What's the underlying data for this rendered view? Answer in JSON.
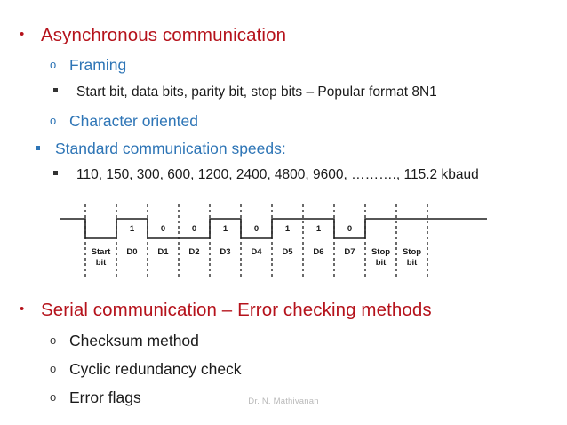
{
  "slide": {
    "background_color": "#FFFFFF",
    "accent_red": "#B5121B",
    "accent_blue": "#2E75B6",
    "body_black": "#1A1A1A"
  },
  "bullets": {
    "b1": {
      "marker": "•",
      "text": "Asynchronous communication"
    },
    "b2": {
      "marker": "o",
      "text": "Framing"
    },
    "b3": {
      "marker": "■",
      "text": "Start bit, data bits, parity bit, stop bits – Popular format 8N1"
    },
    "b4": {
      "marker": "o",
      "text": "Character oriented"
    },
    "b5": {
      "marker": "■",
      "text": "Standard communication speeds:"
    },
    "b6": {
      "marker": "■",
      "text": "110, 150, 300, 600, 1200, 2400, 4800, 9600, ………., 115.2 kbaud"
    },
    "b7": {
      "marker": "•",
      "text": "Serial communication – Error checking methods"
    },
    "b8": {
      "marker": "o",
      "text": "Checksum method"
    },
    "b9": {
      "marker": "o",
      "text": "Cyclic redundancy check"
    },
    "b10": {
      "marker": "o",
      "text": "Error flags"
    }
  },
  "waveform": {
    "title": "UART asynchronous frame 8N1",
    "frame_format": "8N1",
    "idle_level": "high",
    "cells": [
      {
        "label": "Start\nbit",
        "label_line1": "Start",
        "label_line2": "bit",
        "bit": "",
        "level": "low"
      },
      {
        "label": "D0",
        "label_line1": "D0",
        "label_line2": "",
        "bit": "1",
        "level": "high"
      },
      {
        "label": "D1",
        "label_line1": "D1",
        "label_line2": "",
        "bit": "0",
        "level": "low"
      },
      {
        "label": "D2",
        "label_line1": "D2",
        "label_line2": "",
        "bit": "0",
        "level": "low"
      },
      {
        "label": "D3",
        "label_line1": "D3",
        "label_line2": "",
        "bit": "1",
        "level": "high"
      },
      {
        "label": "D4",
        "label_line1": "D4",
        "label_line2": "",
        "bit": "0",
        "level": "low"
      },
      {
        "label": "D5",
        "label_line1": "D5",
        "label_line2": "",
        "bit": "1",
        "level": "high"
      },
      {
        "label": "D6",
        "label_line1": "D6",
        "label_line2": "",
        "bit": "1",
        "level": "high"
      },
      {
        "label": "D7",
        "label_line1": "D7",
        "label_line2": "",
        "bit": "0",
        "level": "low"
      },
      {
        "label": "Stop\nbit",
        "label_line1": "Stop",
        "label_line2": "bit",
        "bit": "",
        "level": "high"
      },
      {
        "label": "Stop\nbit",
        "label_line1": "Stop",
        "label_line2": "bit",
        "bit": "",
        "level": "high"
      }
    ],
    "data_bits": "10010110",
    "line_color": "#1E1E1E",
    "tick_color": "#2B2B2B"
  },
  "footer": {
    "text": "Dr. N. Mathivanan"
  }
}
